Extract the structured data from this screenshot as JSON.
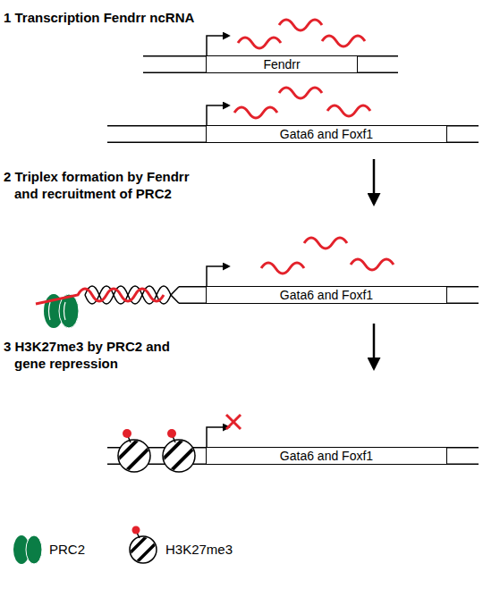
{
  "diagram": {
    "nodes": [
      {
        "text": [
          "Fendrr"
        ]
      },
      {
        "text": [
          "Gata6 and Foxf1"
        ]
      },
      {
        "text": [
          "Gata6 and Foxf1"
        ]
      },
      {
        "text": [
          "Gata6 and Foxf1"
        ]
      }
    ],
    "labels": [
      "1 Transcription Fendrr ncRNA",
      "2 Triplex formation by Fendrr and recruitment of PRC2",
      "3 H3K27me3 by PRC2 and gene repression"
    ],
    "legend": [
      {
        "text": "PRC2"
      },
      {
        "text": "H3K27me3"
      }
    ]
  }
}
